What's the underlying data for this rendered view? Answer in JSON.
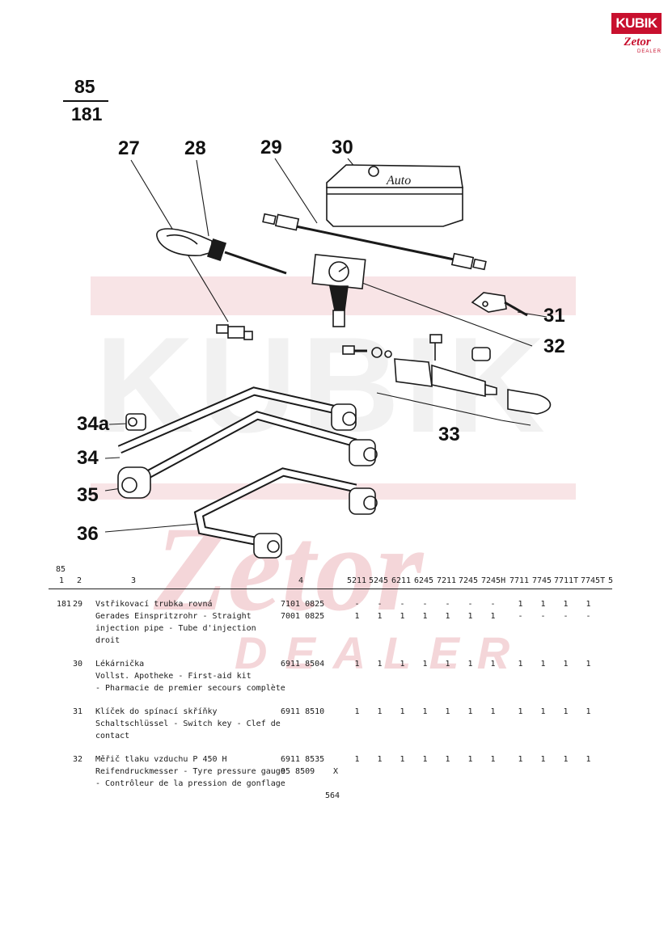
{
  "logo": {
    "brand": "KUBIK",
    "sub": "Zetor",
    "tag": "DEALER"
  },
  "watermark": {
    "line1": "KUBIK",
    "line2": "Zetor",
    "line3": "DEALER"
  },
  "page_ref": {
    "top": "85",
    "bottom": "181"
  },
  "callouts": {
    "c27": "27",
    "c28": "28",
    "c29": "29",
    "c30": "30",
    "c31": "31",
    "c32": "32",
    "c33": "33",
    "c34a": "34a",
    "c34": "34",
    "c35": "35",
    "c36": "36"
  },
  "drawing": {
    "kit_lid_text": "Auto"
  },
  "table": {
    "group_top": "85",
    "col_headers": [
      "1",
      "2",
      "3",
      "4"
    ],
    "models": [
      "5211",
      "5245",
      "6211",
      "6245",
      "7211",
      "7245",
      "7245H",
      "7711",
      "7745",
      "7711T",
      "7745T",
      "5"
    ],
    "rows": [
      {
        "group": "181",
        "pos": "29",
        "desc": [
          "Vstřikovací trubka rovná",
          "Gerades Einspritzrohr - Straight",
          "injection pipe - Tube d'injection",
          "droit"
        ],
        "codes": [
          "7101 0825",
          "7001 0825"
        ],
        "marks": [
          [
            "-",
            "-",
            "-",
            "-",
            "-",
            "-",
            "-",
            "1",
            "1",
            "1",
            "1"
          ],
          [
            "1",
            "1",
            "1",
            "1",
            "1",
            "1",
            "1",
            "-",
            "-",
            "-",
            "-"
          ]
        ]
      },
      {
        "group": "",
        "pos": "30",
        "desc": [
          "Lékárnička",
          "Vollst. Apotheke - First-aid kit",
          "- Pharmacie de premier secours complète"
        ],
        "codes": [
          "6911 8504"
        ],
        "marks": [
          [
            "1",
            "1",
            "1",
            "1",
            "1",
            "1",
            "1",
            "1",
            "1",
            "1",
            "1"
          ]
        ]
      },
      {
        "group": "",
        "pos": "31",
        "desc": [
          "Klíček do spínací skříňky",
          "Schaltschlüssel - Switch key - Clef de",
          "contact"
        ],
        "codes": [
          "6911 8510"
        ],
        "marks": [
          [
            "1",
            "1",
            "1",
            "1",
            "1",
            "1",
            "1",
            "1",
            "1",
            "1",
            "1"
          ]
        ]
      },
      {
        "group": "",
        "pos": "32",
        "desc": [
          "Měřič tlaku vzduchu P 450 H",
          "Reifendruckmesser - Tyre pressure gauge",
          "- Contrôleur de la pression de gonflage"
        ],
        "codes": [
          "6911 8535",
          "95 8509"
        ],
        "code_extra": "X",
        "marks": [
          [
            "1",
            "1",
            "1",
            "1",
            "1",
            "1",
            "1",
            "1",
            "1",
            "1",
            "1"
          ]
        ]
      }
    ],
    "page_number": "564"
  }
}
